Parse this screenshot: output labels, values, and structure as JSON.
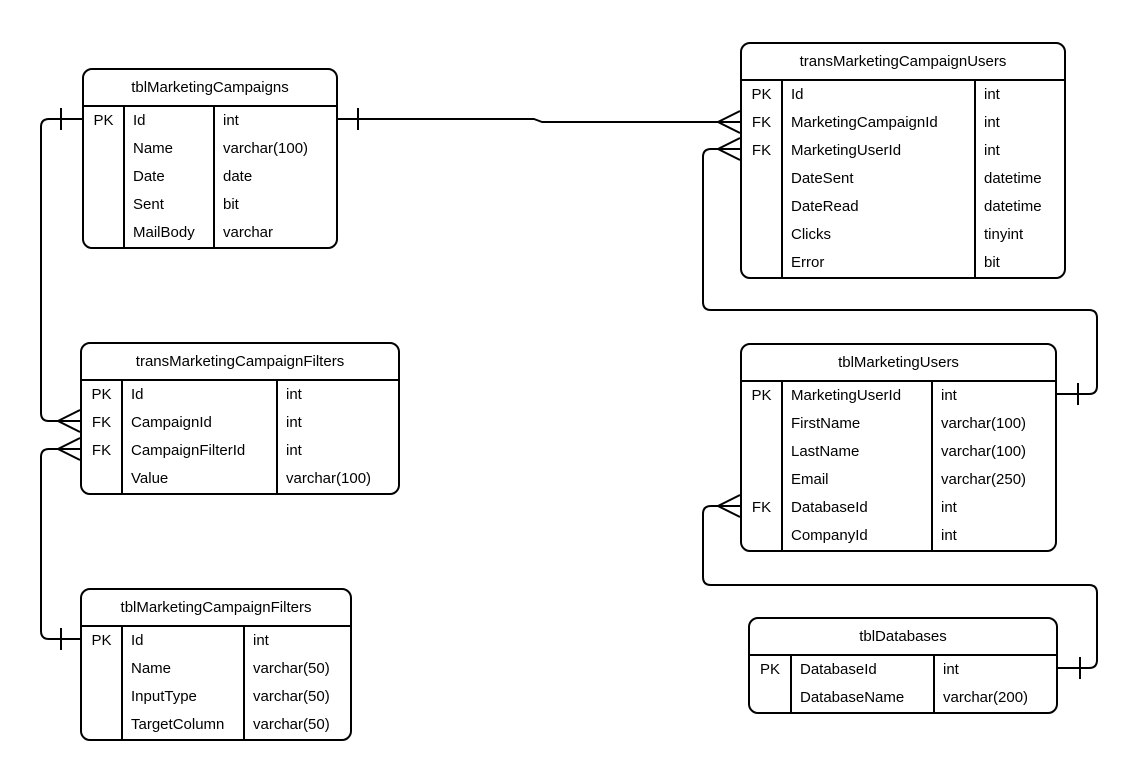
{
  "diagram": {
    "tables": [
      {
        "name": "tblMarketingCampaigns",
        "columns": [
          {
            "key": "PK",
            "name": "Id",
            "type": "int"
          },
          {
            "key": "",
            "name": "Name",
            "type": "varchar(100)"
          },
          {
            "key": "",
            "name": "Date",
            "type": "date"
          },
          {
            "key": "",
            "name": "Sent",
            "type": "bit"
          },
          {
            "key": "",
            "name": "MailBody",
            "type": "varchar"
          }
        ]
      },
      {
        "name": "transMarketingCampaignUsers",
        "columns": [
          {
            "key": "PK",
            "name": "Id",
            "type": "int"
          },
          {
            "key": "FK",
            "name": "MarketingCampaignId",
            "type": "int"
          },
          {
            "key": "FK",
            "name": "MarketingUserId",
            "type": "int"
          },
          {
            "key": "",
            "name": "DateSent",
            "type": "datetime"
          },
          {
            "key": "",
            "name": "DateRead",
            "type": "datetime"
          },
          {
            "key": "",
            "name": "Clicks",
            "type": "tinyint"
          },
          {
            "key": "",
            "name": "Error",
            "type": "bit"
          }
        ]
      },
      {
        "name": "transMarketingCampaignFilters",
        "columns": [
          {
            "key": "PK",
            "name": "Id",
            "type": "int"
          },
          {
            "key": "FK",
            "name": "CampaignId",
            "type": "int"
          },
          {
            "key": "FK",
            "name": "CampaignFilterId",
            "type": "int"
          },
          {
            "key": "",
            "name": "Value",
            "type": "varchar(100)"
          }
        ]
      },
      {
        "name": "tblMarketingUsers",
        "columns": [
          {
            "key": "PK",
            "name": "MarketingUserId",
            "type": "int"
          },
          {
            "key": "",
            "name": "FirstName",
            "type": "varchar(100)"
          },
          {
            "key": "",
            "name": "LastName",
            "type": "varchar(100)"
          },
          {
            "key": "",
            "name": "Email",
            "type": "varchar(250)"
          },
          {
            "key": "FK",
            "name": "DatabaseId",
            "type": "int"
          },
          {
            "key": "",
            "name": "CompanyId",
            "type": "int"
          }
        ]
      },
      {
        "name": "tblMarketingCampaignFilters",
        "columns": [
          {
            "key": "PK",
            "name": "Id",
            "type": "int"
          },
          {
            "key": "",
            "name": "Name",
            "type": "varchar(50)"
          },
          {
            "key": "",
            "name": "InputType",
            "type": "varchar(50)"
          },
          {
            "key": "",
            "name": "TargetColumn",
            "type": "varchar(50)"
          }
        ]
      },
      {
        "name": "tblDatabases",
        "columns": [
          {
            "key": "PK",
            "name": "DatabaseId",
            "type": "int"
          },
          {
            "key": "",
            "name": "DatabaseName",
            "type": "varchar(200)"
          }
        ]
      }
    ],
    "relationships": [
      {
        "from_table": "tblMarketingCampaigns",
        "from_column": "Id",
        "from_cardinality": "one",
        "to_table": "transMarketingCampaignUsers",
        "to_column": "MarketingCampaignId",
        "to_cardinality": "many"
      },
      {
        "from_table": "tblMarketingUsers",
        "from_column": "MarketingUserId",
        "from_cardinality": "one",
        "to_table": "transMarketingCampaignUsers",
        "to_column": "MarketingUserId",
        "to_cardinality": "many"
      },
      {
        "from_table": "tblMarketingCampaigns",
        "from_column": "Id",
        "from_cardinality": "one",
        "to_table": "transMarketingCampaignFilters",
        "to_column": "CampaignId",
        "to_cardinality": "many"
      },
      {
        "from_table": "tblMarketingCampaignFilters",
        "from_column": "Id",
        "from_cardinality": "one",
        "to_table": "transMarketingCampaignFilters",
        "to_column": "CampaignFilterId",
        "to_cardinality": "many"
      },
      {
        "from_table": "tblDatabases",
        "from_column": "DatabaseId",
        "from_cardinality": "one",
        "to_table": "tblMarketingUsers",
        "to_column": "DatabaseId",
        "to_cardinality": "many"
      }
    ],
    "key_labels": {
      "primary": "PK",
      "foreign": "FK"
    },
    "colors": {
      "stroke": "#000000",
      "background": "#ffffff",
      "text": "#000000"
    }
  }
}
